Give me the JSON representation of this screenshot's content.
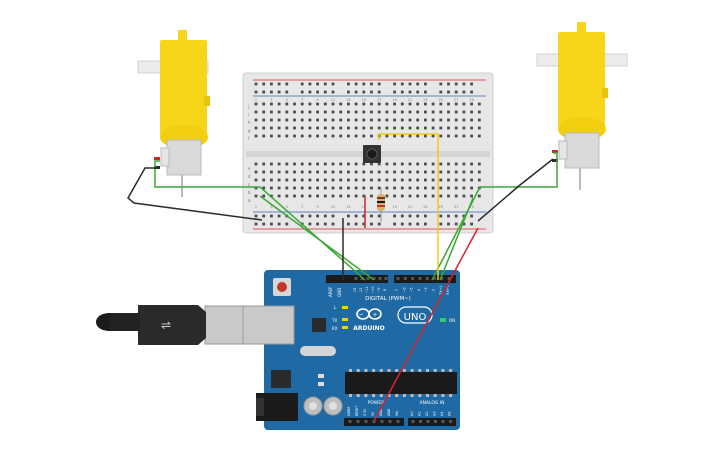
{
  "breadboard": {
    "row_letters_top": [
      "j",
      "i",
      "h",
      "g",
      "f"
    ],
    "row_letters_bottom": [
      "e",
      "d",
      "c",
      "b",
      "a"
    ],
    "column_numbers": [
      "1",
      "3",
      "5",
      "7",
      "9",
      "11",
      "13",
      "15",
      "17",
      "19",
      "21",
      "23",
      "25",
      "27",
      "29"
    ]
  },
  "arduino": {
    "brand": "ARDUINO",
    "model": "UNO",
    "digital_label": "DIGITAL (PWM~)",
    "power_label": "POWER",
    "analog_label": "ANALOG IN",
    "on_label": "ON",
    "tx_label": "TX",
    "rx_label": "RX",
    "l_label": "L",
    "aref_label": "AREF",
    "gnd_label": "GND",
    "digital_pins": [
      "13",
      "12",
      "~11",
      "~10",
      "~9",
      "8",
      "7",
      "~6",
      "~5",
      "4",
      "~3",
      "2",
      "TX→1",
      "RX←0"
    ],
    "power_pins": [
      "IOREF",
      "RESET",
      "3.3V",
      "5V",
      "GND",
      "GND",
      "Vin"
    ],
    "analog_pins": [
      "A0",
      "A1",
      "A2",
      "A3",
      "A4",
      "A5"
    ]
  },
  "colors": {
    "wire_green": "#3aa835",
    "wire_black": "#2b2b2b",
    "wire_red": "#d8232a",
    "wire_yellow": "#f2c811",
    "board_blue": "#1f6aa5",
    "motor_yellow": "#f7d619",
    "breadboard_bg": "#e6e6e6"
  }
}
